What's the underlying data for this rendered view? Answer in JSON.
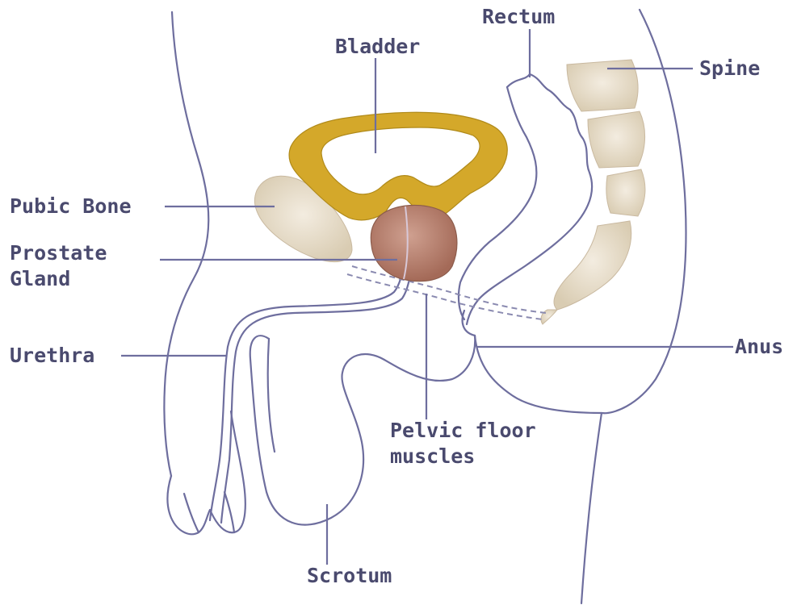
{
  "labels": {
    "bladder": "Bladder",
    "rectum": "Rectum",
    "spine": "Spine",
    "pubic_bone": "Pubic Bone",
    "prostate_line1": "Prostate",
    "prostate_line2": "Gland",
    "urethra": "Urethra",
    "anus": "Anus",
    "pelvic_line1": "Pelvic floor",
    "pelvic_line2": "muscles",
    "scrotum": "Scrotum"
  },
  "colors": {
    "outline": "#6e6e9e",
    "label_text": "#4a4a6e",
    "bladder_wall": "#d4a82a",
    "prostate": "#b57a68",
    "bone": "#e8dcc6"
  }
}
